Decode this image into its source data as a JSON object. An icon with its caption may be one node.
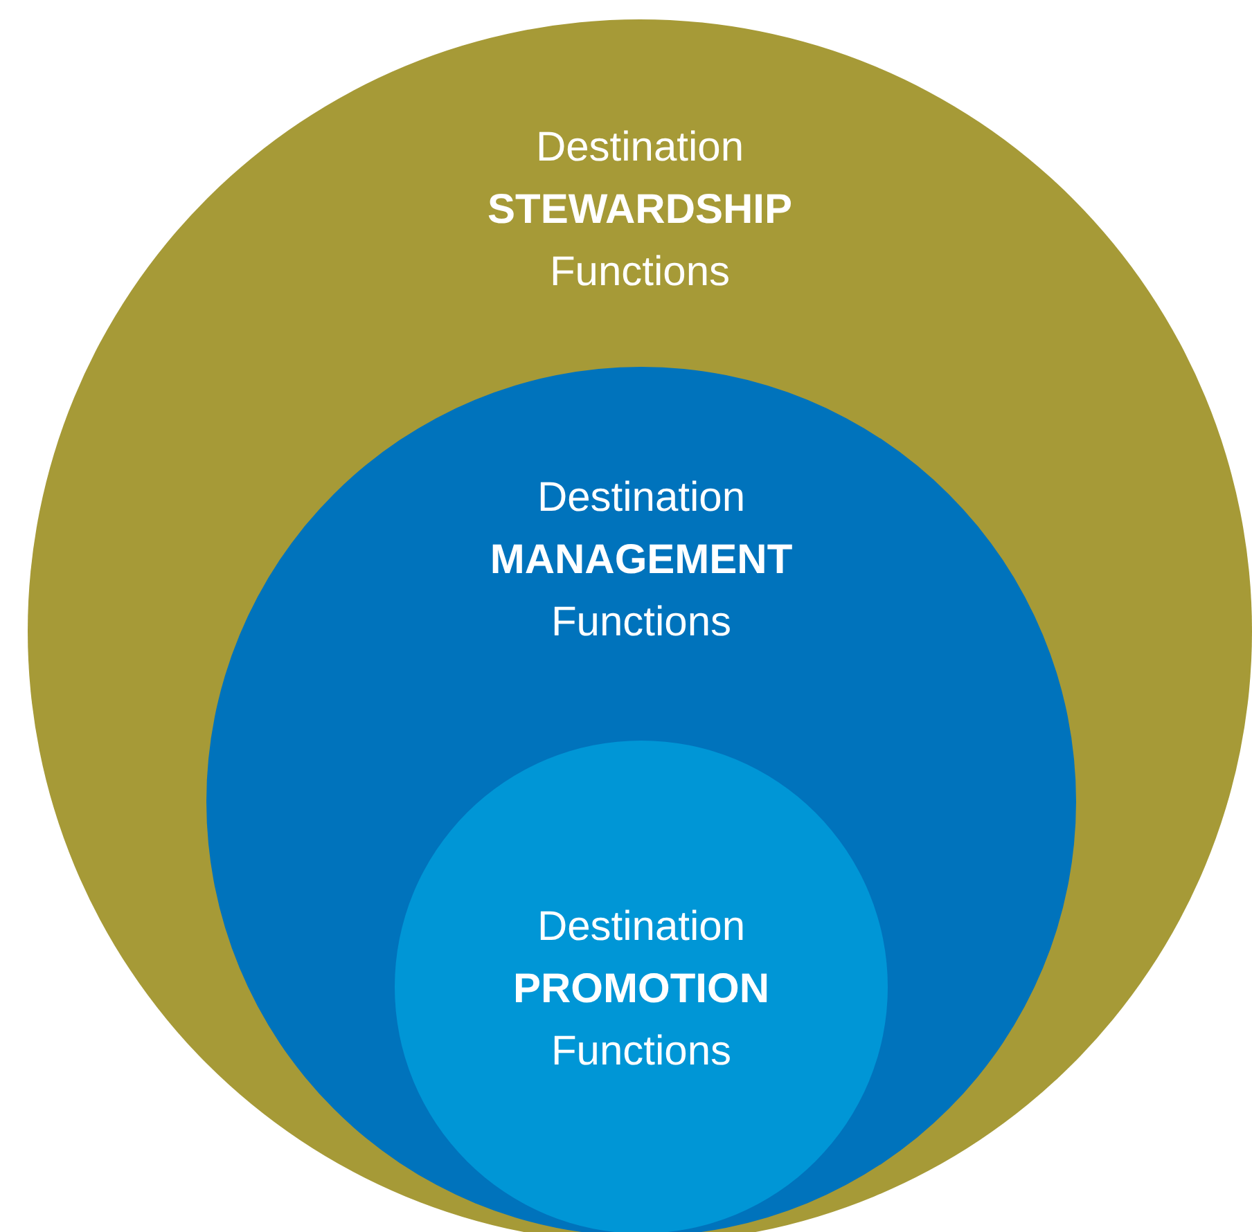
{
  "diagram": {
    "nodes": [
      {
        "text": [
          "Destination **STEWARDSHIP** Functions"
        ]
      },
      {
        "text": [
          "Destination **MANAGEMENT** Functions"
        ],
        "in": 0
      },
      {
        "text": [
          "Destination **PROMOTION** Functions"
        ],
        "in": 1
      }
    ]
  }
}
